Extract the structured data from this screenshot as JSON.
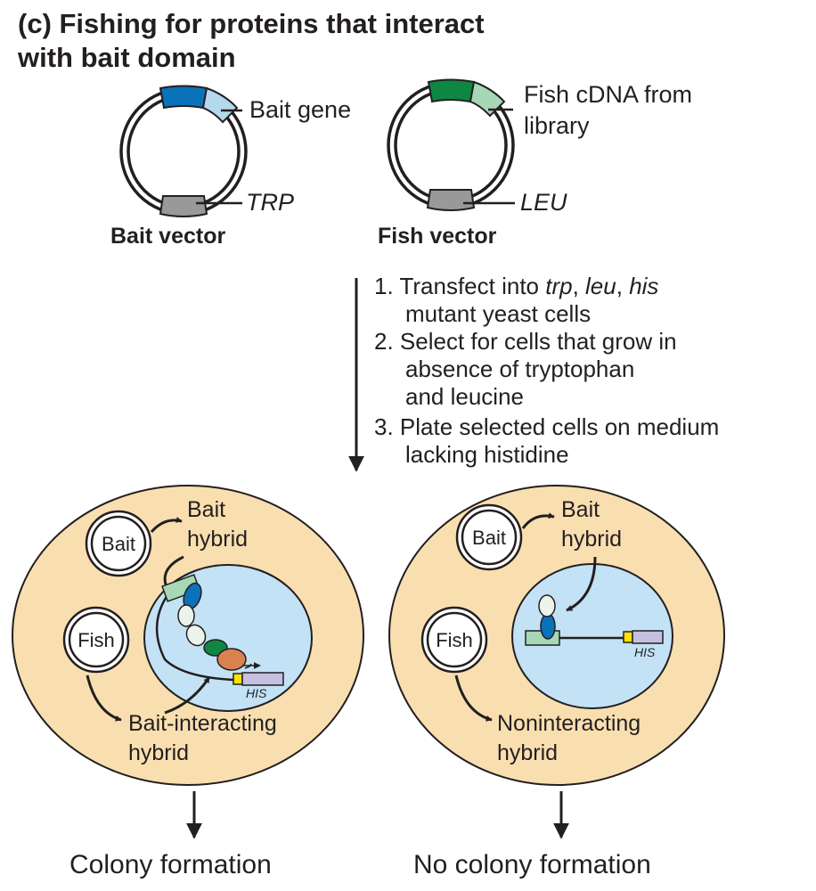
{
  "figure": {
    "title_line1": "(c)  Fishing for proteins that interact",
    "title_line2": "with bait domain"
  },
  "bait_vector": {
    "label": "Bait vector",
    "gene_label": "Bait gene",
    "marker_label": "TRP"
  },
  "fish_vector": {
    "label": "Fish vector",
    "gene_label_line1": "Fish cDNA from",
    "gene_label_line2": "library",
    "marker_label": "LEU"
  },
  "steps": {
    "s1_num": "1.",
    "s1_a": "Transfect into ",
    "s1_trp": "trp",
    "s1_sep1": ", ",
    "s1_leu": "leu",
    "s1_sep2": ", ",
    "s1_his": "his",
    "s1_line2": "mutant yeast cells",
    "s2_line1": "2. Select for cells that grow in",
    "s2_line2": "absence of tryptophan",
    "s2_line3": "and leucine",
    "s3_line1": "3. Plate selected cells on medium",
    "s3_line2": "lacking histidine"
  },
  "left_cell": {
    "bait_circle": "Bait",
    "fish_circle": "Fish",
    "bait_hybrid_line1": "Bait",
    "bait_hybrid_line2": "hybrid",
    "fish_hybrid_line1": "Bait-interacting",
    "fish_hybrid_line2": "hybrid",
    "gene": "HIS",
    "outcome": "Colony formation"
  },
  "right_cell": {
    "bait_circle": "Bait",
    "fish_circle": "Fish",
    "bait_hybrid_line1": "Bait",
    "bait_hybrid_line2": "hybrid",
    "fish_hybrid_line1": "Noninteracting",
    "fish_hybrid_line2": "hybrid",
    "gene": "HIS",
    "outcome": "No colony formation"
  },
  "colors": {
    "cell_fill": "#f9dfb0",
    "nucleus_fill": "#c3e2f6",
    "bait_dark": "#0a72b9",
    "bait_light": "#b4d8ee",
    "fish_dark": "#0d8742",
    "fish_light": "#a6d8b6",
    "marker_gray": "#999999",
    "protein_orange": "#d9824f",
    "promoter_yellow": "#ffe200",
    "his_gene": "#c5c0e0"
  }
}
